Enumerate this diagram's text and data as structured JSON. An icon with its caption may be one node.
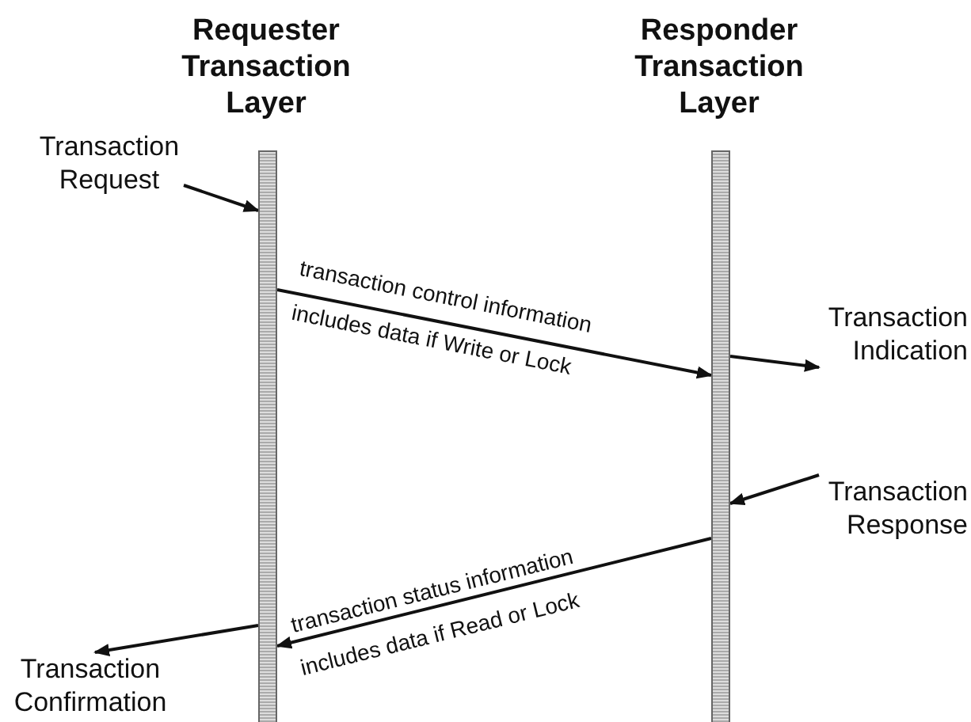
{
  "diagram": {
    "nodes": [
      {
        "text": [
          "Requester Transaction Layer"
        ]
      },
      {
        "text": [
          "Responder Transaction Layer"
        ]
      },
      {
        "text": [
          "Transaction Request"
        ]
      },
      {
        "text": [
          "Transaction Indication"
        ]
      },
      {
        "text": [
          "Transaction Response"
        ]
      },
      {
        "text": [
          "Transaction Confirmation"
        ]
      }
    ],
    "edges": [
      {
        "from": 2,
        "to": 0,
        "arrow": "to"
      },
      {
        "from": 0,
        "to": 1,
        "arrow": "to",
        "label": "transaction control information"
      },
      {
        "from": 1,
        "to": 3,
        "arrow": "to"
      },
      {
        "from": 4,
        "to": 1,
        "arrow": "to"
      },
      {
        "from": 1,
        "to": 0,
        "arrow": "to",
        "label": "transaction status information"
      },
      {
        "from": 0,
        "to": 5,
        "arrow": "to"
      }
    ],
    "labels": [
      "includes data if Write or Lock",
      "includes data if Read or Lock"
    ]
  }
}
